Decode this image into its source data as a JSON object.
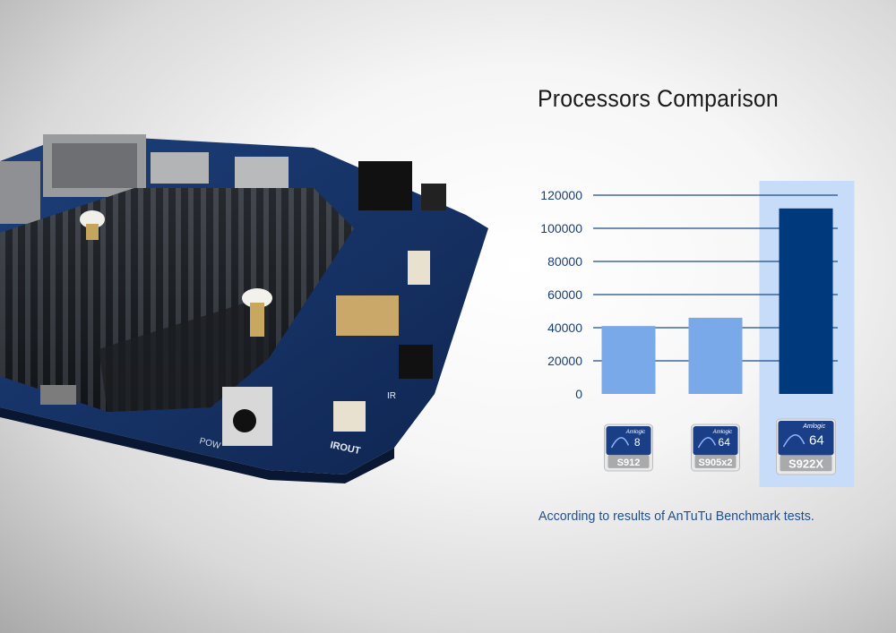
{
  "colors": {
    "bar_light": "#7aa9ea",
    "bar_dark": "#003a7c",
    "highlight": "#c7dcf8",
    "axis_text": "#1a3f73",
    "grid": "#1c4c8a",
    "note_text": "#1f4f8f"
  },
  "chart_data": {
    "type": "bar",
    "title": "Processors Comparison",
    "categories": [
      "S912",
      "S905x2",
      "S922X"
    ],
    "values": [
      41000,
      46000,
      112000
    ],
    "highlighted_category": "S922X",
    "y_ticks": [
      "0",
      "20000",
      "40000",
      "60000",
      "80000",
      "100000",
      "120000"
    ],
    "ylim": [
      0,
      120000
    ],
    "grid": true,
    "chip_labels": [
      {
        "badge": "8",
        "brand": "Amlogic",
        "model": "S912"
      },
      {
        "badge": "64",
        "brand": "Amlogic",
        "model": "S905x2"
      },
      {
        "badge": "64",
        "brand": "Amlogic",
        "model": "S922X"
      }
    ]
  },
  "footnote": "According to results of AnTuTu Benchmark tests.",
  "board_labels": {
    "pow": "POW",
    "irout": "IROUT",
    "ir": "IR"
  }
}
